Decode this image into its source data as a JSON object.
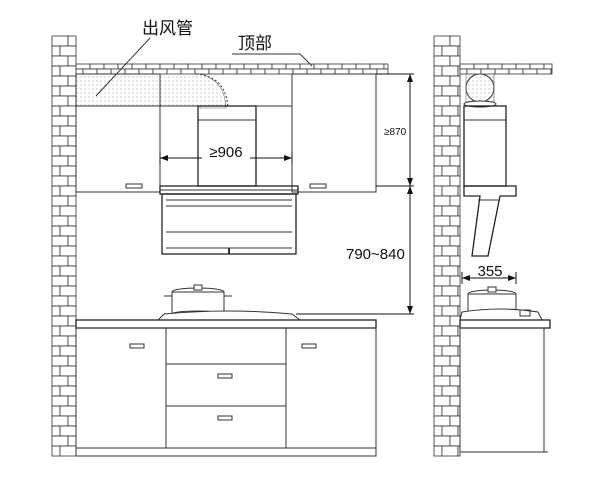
{
  "labels": {
    "duct": "出风管",
    "ceiling": "顶部",
    "width_min": "≥906",
    "ceiling_gap": "≥870",
    "hood_height": "790~840",
    "depth": "355"
  }
}
